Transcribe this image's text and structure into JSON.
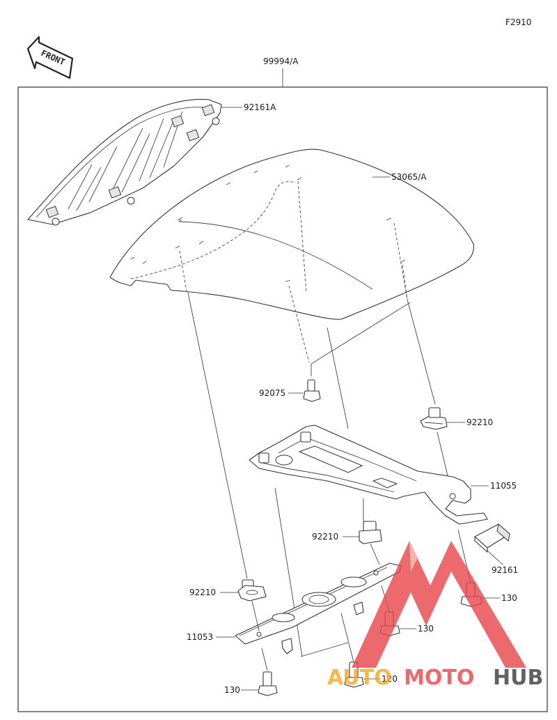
{
  "figure_code": "F2910",
  "front_label": "FRONT",
  "assembly_label": "99994/A",
  "parts": [
    {
      "id": "p1",
      "number": "92161A"
    },
    {
      "id": "p2",
      "number": "53065/A"
    },
    {
      "id": "p3",
      "number": "92075"
    },
    {
      "id": "p4",
      "number": "92210"
    },
    {
      "id": "p5",
      "number": "11055"
    },
    {
      "id": "p6",
      "number": "92210"
    },
    {
      "id": "p7",
      "number": "92161"
    },
    {
      "id": "p8",
      "number": "92210"
    },
    {
      "id": "p9",
      "number": "130"
    },
    {
      "id": "p10",
      "number": "11053"
    },
    {
      "id": "p11",
      "number": "130"
    },
    {
      "id": "p12",
      "number": "120"
    },
    {
      "id": "p13",
      "number": "130"
    }
  ],
  "watermark": {
    "part1": "AUTO",
    "part2": "MOTO",
    "part3": "HUB",
    "colors": {
      "auto": "#f2a81d",
      "moto": "#e8454a",
      "hub": "#3a3a3a"
    }
  }
}
